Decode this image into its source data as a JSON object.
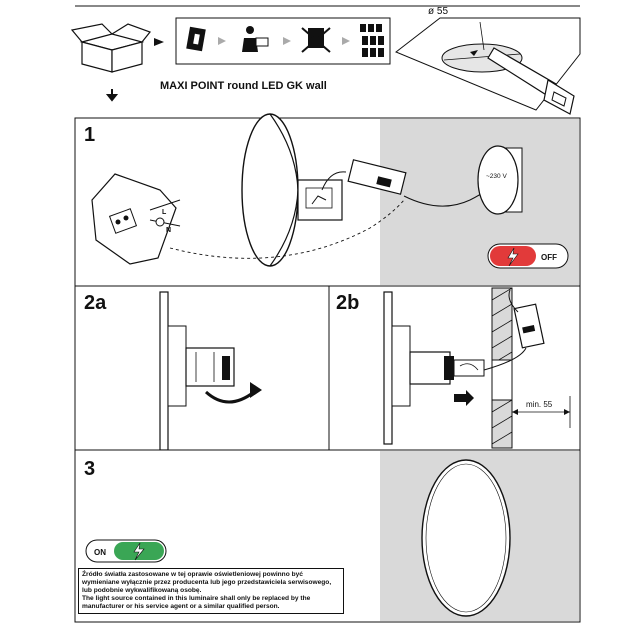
{
  "header": {
    "title": "MAXI POINT round LED GK wall",
    "diameter_label": "ø 55"
  },
  "steps": {
    "s1": "1",
    "s2a": "2a",
    "s2b": "2b",
    "s3": "3"
  },
  "step1": {
    "voltage_label": "~230 V",
    "terminal_l": "L",
    "terminal_n": "N",
    "switch_label": "OFF"
  },
  "step2b": {
    "min_label": "min. 55"
  },
  "step3": {
    "switch_label": "ON"
  },
  "notice": {
    "pl": "Źródło światła zastosowane w tej oprawie oświetleniowej powinno być wymieniane wyłącznie przez producenta lub jego przedstawiciela serwisowego, lub podobnie wykwalifikowaną osobę.",
    "en": "The light source contained in this luminaire shall only be replaced by the manufacturer or his service agent or a similar qualified person."
  },
  "colors": {
    "panel_gray": "#d9d9d9",
    "off_red": "#e23a3a",
    "on_green": "#3aa655",
    "line": "#111111"
  }
}
